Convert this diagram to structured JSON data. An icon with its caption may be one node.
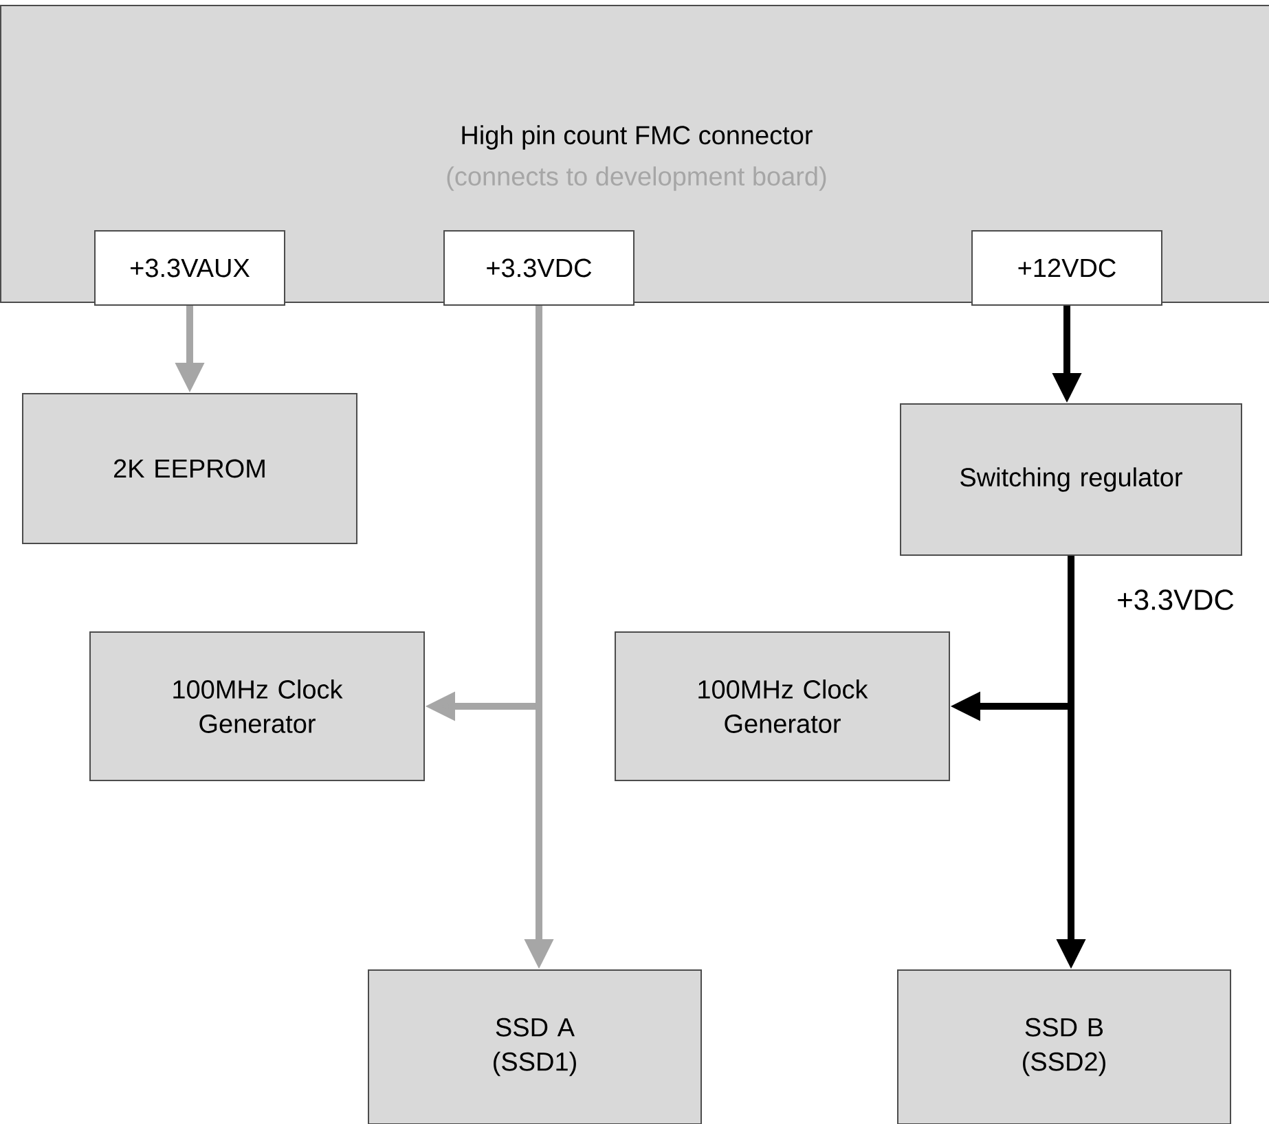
{
  "diagram": {
    "nodes": [
      {
        "text": [
          "High pin count FMC connector",
          "(connects to development board)"
        ]
      },
      {
        "text": [
          "+3.3VAUX"
        ],
        "in": 0
      },
      {
        "text": [
          "+3.3VDC"
        ],
        "in": 0
      },
      {
        "text": [
          "+12VDC"
        ],
        "in": 0
      },
      {
        "text": [
          "2K EEPROM"
        ]
      },
      {
        "text": [
          "Switching regulator"
        ]
      },
      {
        "text": [
          "100MHz Clock Generator"
        ]
      },
      {
        "text": [
          "100MHz Clock Generator"
        ]
      },
      {
        "text": [
          "SSD A (SSD1)"
        ]
      },
      {
        "text": [
          "SSD B (SSD2)"
        ]
      }
    ],
    "edges": [
      {
        "from": 1,
        "to": 4,
        "arrow": "to",
        "color": "#a6a6a6"
      },
      {
        "from": 2,
        "to": 6,
        "arrow": "to",
        "color": "#a6a6a6"
      },
      {
        "from": 2,
        "to": 8,
        "arrow": "to",
        "color": "#a6a6a6"
      },
      {
        "from": 3,
        "to": 5,
        "arrow": "to",
        "color": "#000000"
      },
      {
        "from": 5,
        "to": 7,
        "arrow": "to",
        "color": "#000000"
      },
      {
        "from": 5,
        "to": 9,
        "arrow": "to",
        "color": "#000000",
        "label": "+3.3VDC"
      }
    ]
  }
}
